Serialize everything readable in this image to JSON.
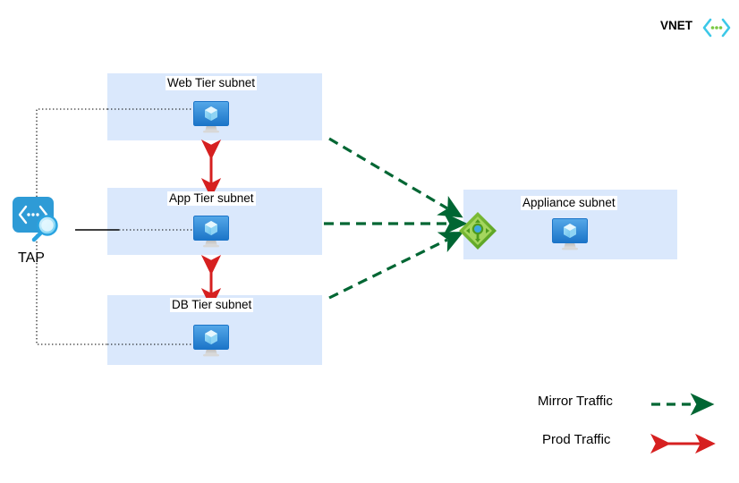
{
  "diagram": {
    "title_label": "VNET",
    "vnet_icon_name": "vnet-icon",
    "tap": {
      "label": "TAP",
      "icon_name": "tap-icon"
    },
    "subnets": [
      {
        "id": "web-tier",
        "label": "Web Tier subnet",
        "vm_icon_name": "virtual-machine-icon"
      },
      {
        "id": "app-tier",
        "label": "App Tier subnet",
        "vm_icon_name": "virtual-machine-icon"
      },
      {
        "id": "db-tier",
        "label": "DB Tier subnet",
        "vm_icon_name": "virtual-machine-icon"
      },
      {
        "id": "appliance",
        "label": "Appliance subnet",
        "vm_icon_name": "virtual-machine-icon",
        "nva_icon_name": "network-virtual-appliance-icon"
      }
    ],
    "legend": [
      {
        "label": "Mirror Traffic",
        "style": "dashed-arrow",
        "color": "#006633"
      },
      {
        "label": "Prod Traffic",
        "style": "solid-double-arrow",
        "color": "#D62020"
      }
    ],
    "colors": {
      "subnet_fill": "#dae8fc",
      "mirror_traffic": "#006633",
      "prod_traffic": "#D62020",
      "tap_blue": "#2E9BD6",
      "vm_blue": "#2E90E0",
      "nva_green": "#6AA82B",
      "vnet_cyan": "#3CC8E8",
      "connector_black": "#000000"
    }
  }
}
